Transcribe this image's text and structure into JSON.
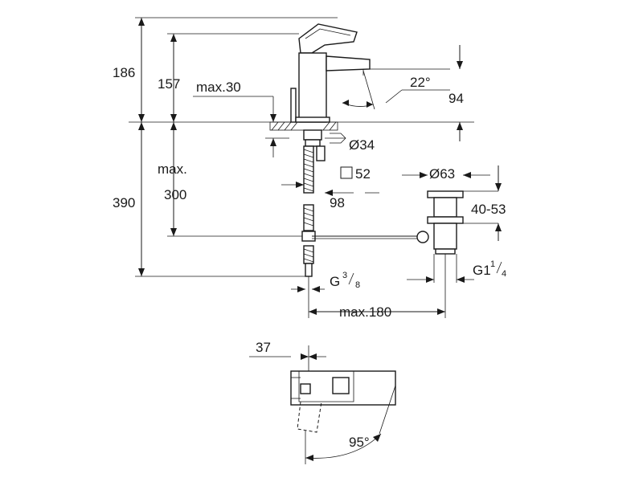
{
  "dimensions": {
    "height_total": "186",
    "height_spout": "157",
    "max_30": "max.30",
    "angle_spout": "22°",
    "spout_height": "94",
    "dia_34": "Ø34",
    "max_word": "max.",
    "hose_300": "300",
    "depth_390": "390",
    "square_52": "52",
    "reach_98": "98",
    "dia_63": "Ø63",
    "range_40_53": "40-53",
    "thread_g1_base": "G1",
    "thread_g1_num": "1",
    "thread_g1_den": "4",
    "thread_g_base": "G",
    "thread_g_num": "3",
    "thread_g_den": "8",
    "max_180": "max.180",
    "lever_37": "37",
    "angle_lever": "95°"
  }
}
